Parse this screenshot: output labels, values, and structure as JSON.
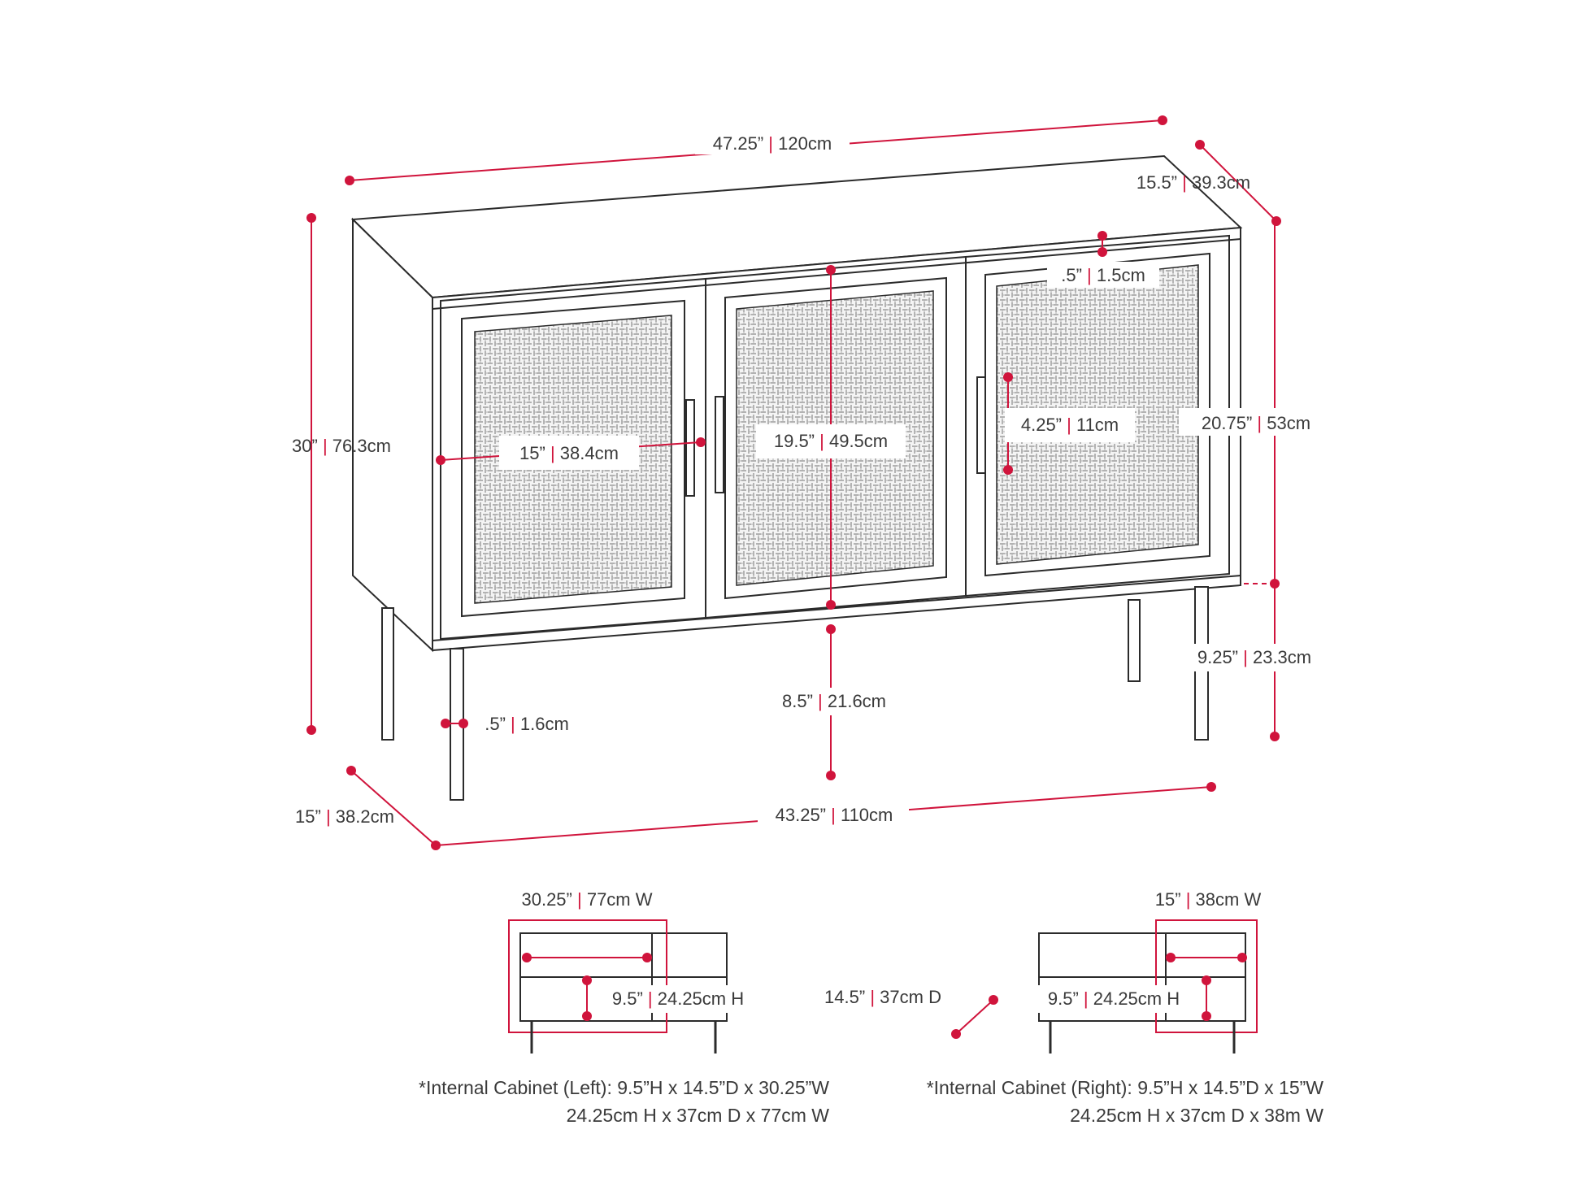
{
  "colors": {
    "accent": "#d0143c",
    "outline": "#2b2b2b",
    "text": "#3a3a3a",
    "background": "#ffffff"
  },
  "dimensions": [
    {
      "id": "overall-width",
      "imperial": "47.25”",
      "metric": "120cm"
    },
    {
      "id": "overall-depth",
      "imperial": "15.5”",
      "metric": "39.3cm"
    },
    {
      "id": "overall-height",
      "imperial": "30”",
      "metric": "76.3cm"
    },
    {
      "id": "top-thickness",
      "imperial": ".5”",
      "metric": "1.5cm"
    },
    {
      "id": "door-width",
      "imperial": "15”",
      "metric": "38.4cm"
    },
    {
      "id": "door-height",
      "imperial": "19.5”",
      "metric": "49.5cm"
    },
    {
      "id": "handle-length",
      "imperial": "4.25”",
      "metric": "11cm"
    },
    {
      "id": "cabinet-height",
      "imperial": "20.75”",
      "metric": "53cm"
    },
    {
      "id": "leg-height",
      "imperial": "9.25”",
      "metric": "23.3cm"
    },
    {
      "id": "floor-clearance",
      "imperial": "8.5”",
      "metric": "21.6cm"
    },
    {
      "id": "leg-thickness",
      "imperial": ".5”",
      "metric": "1.6cm"
    },
    {
      "id": "leg-depth",
      "imperial": "15”",
      "metric": "38.2cm"
    },
    {
      "id": "leg-span",
      "imperial": "43.25”",
      "metric": "110cm"
    },
    {
      "id": "left-int-width",
      "imperial": "30.25”",
      "metric": "77cm W"
    },
    {
      "id": "left-int-height",
      "imperial": "9.5”",
      "metric": "24.25cm H"
    },
    {
      "id": "int-depth",
      "imperial": "14.5”",
      "metric": "37cm D"
    },
    {
      "id": "right-int-width",
      "imperial": "15”",
      "metric": "38cm W"
    },
    {
      "id": "right-int-height",
      "imperial": "9.5”",
      "metric": "24.25cm H"
    }
  ],
  "notes": {
    "left": {
      "line1": "*Internal Cabinet (Left): 9.5”H x 14.5”D x 30.25”W",
      "line2": "24.25cm H x 37cm D x 77cm W"
    },
    "right": {
      "line1": "*Internal Cabinet (Right): 9.5”H x 14.5”D x 15”W",
      "line2": "24.25cm H x 37cm D x 38m W"
    }
  }
}
